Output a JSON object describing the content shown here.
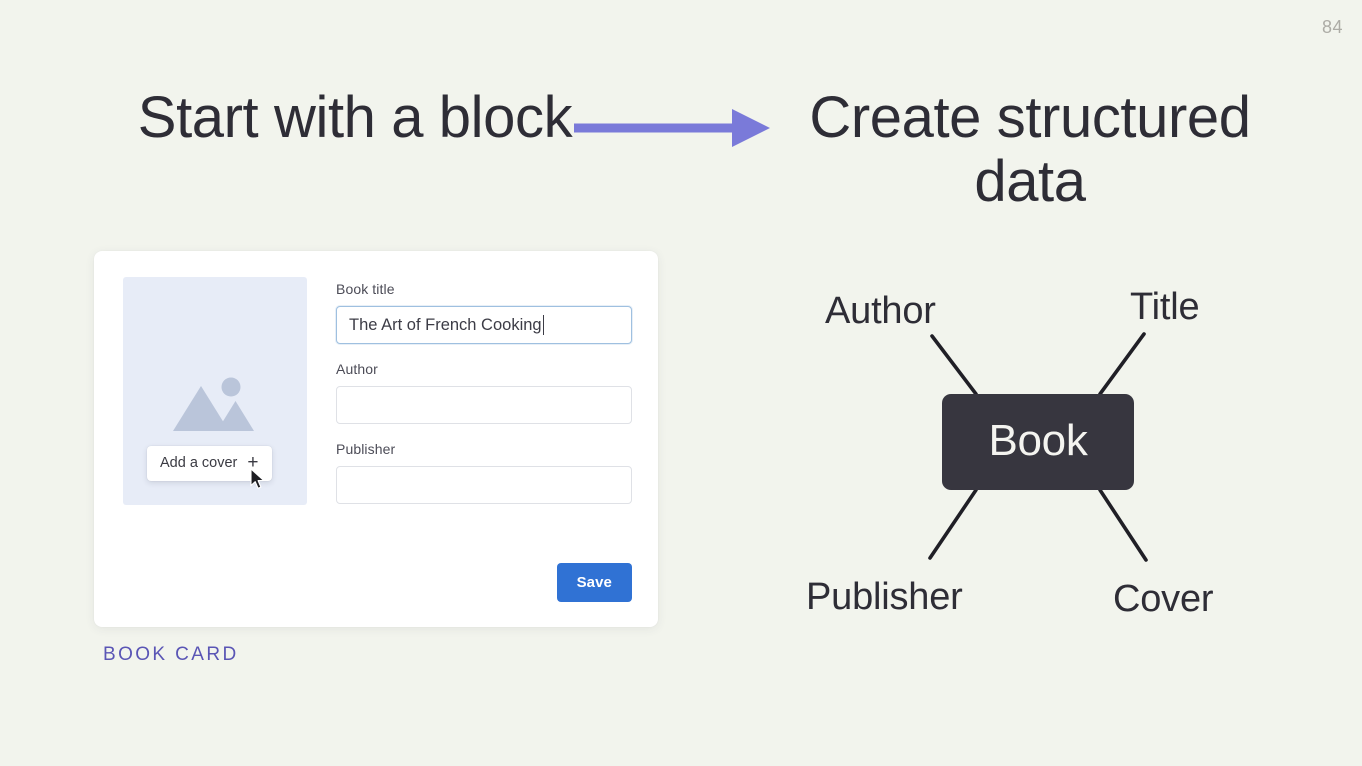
{
  "slide": {
    "page_number": "84",
    "background_color": "#f2f4ed"
  },
  "headings": {
    "left": "Start with a block",
    "right": "Create structured data"
  },
  "arrow": {
    "name": "right-arrow",
    "color": "#7a7ad9"
  },
  "card": {
    "caption": "BOOK CARD",
    "caption_color": "#5a55b5",
    "cover": {
      "placeholder_icon": "image-placeholder-icon",
      "background_color": "#e7ecf7",
      "add_cover_label": "Add a cover",
      "add_cover_plus": "+"
    },
    "fields": [
      {
        "label": "Book title",
        "value": "The Art of French Cooking",
        "placeholder": "",
        "focused": true
      },
      {
        "label": "Author",
        "value": "",
        "placeholder": "",
        "focused": false
      },
      {
        "label": "Publisher",
        "value": "",
        "placeholder": "",
        "focused": false
      }
    ],
    "save_label": "Save",
    "save_color": "#3072d4"
  },
  "diagram": {
    "node_label": "Book",
    "node_color": "#37363f",
    "labels": {
      "author": "Author",
      "title": "Title",
      "publisher": "Publisher",
      "cover": "Cover"
    }
  }
}
